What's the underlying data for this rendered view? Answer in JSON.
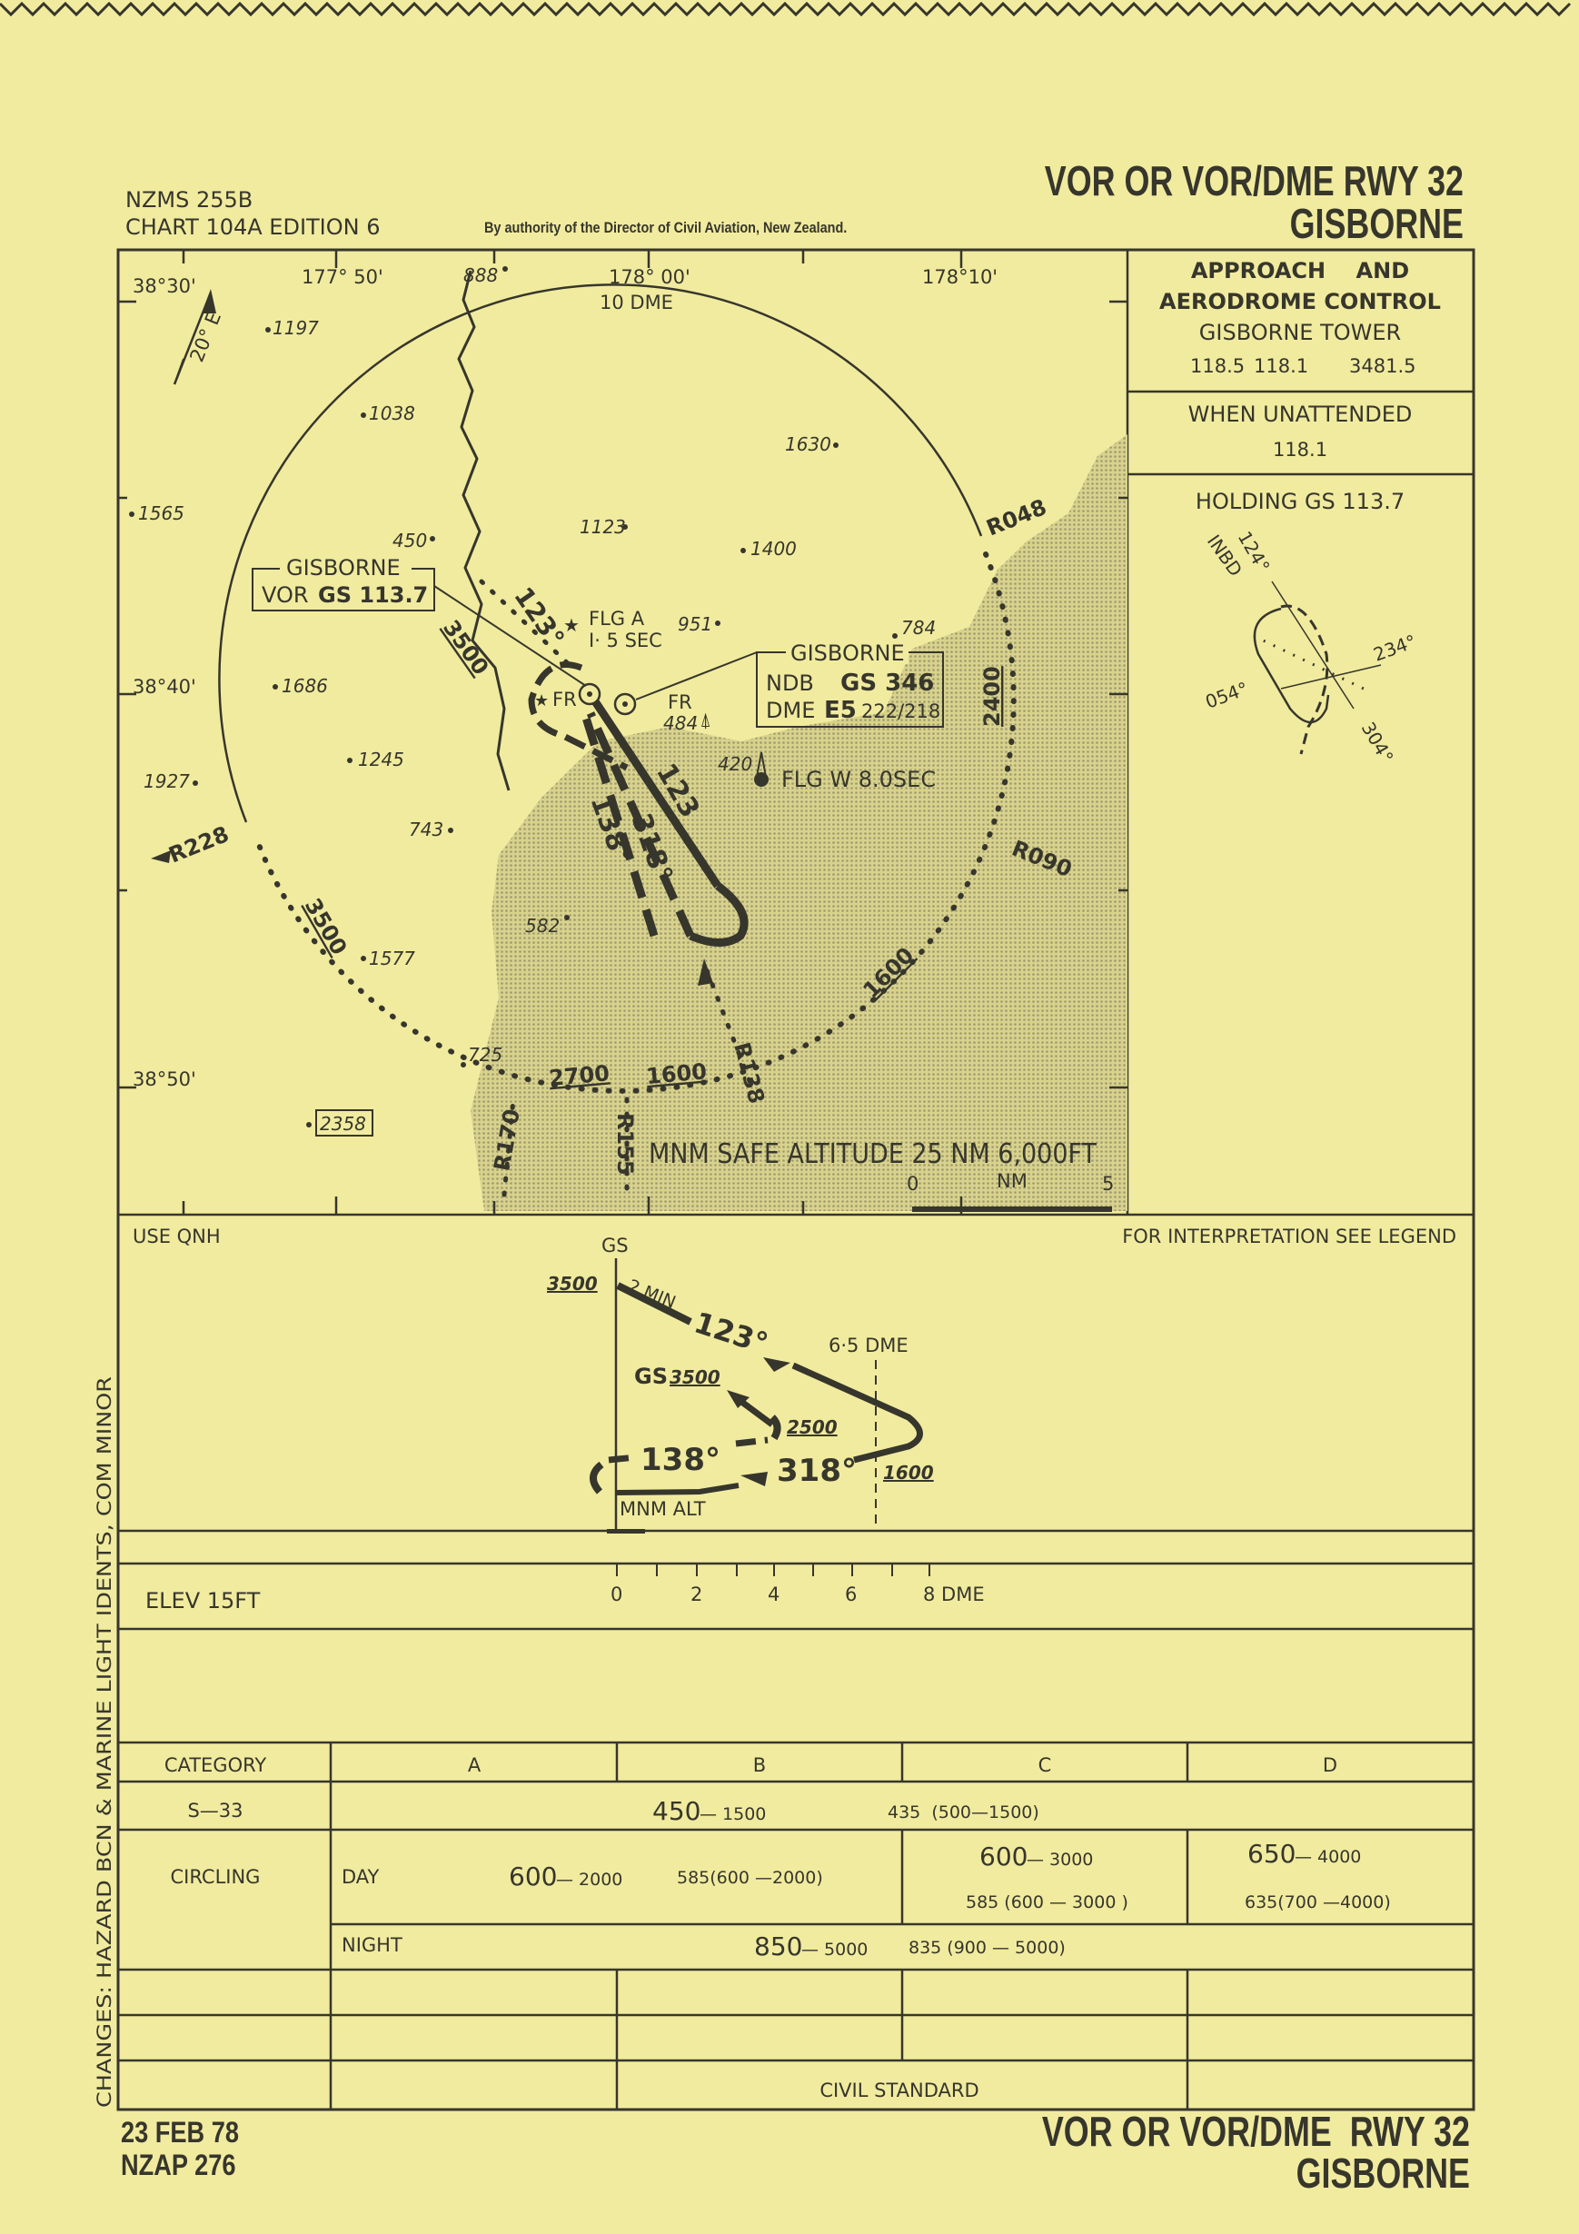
{
  "header": {
    "map_series": "NZMS 255B",
    "chart_edition": "CHART 104A EDITION 6",
    "authority": "By authority of the Director of Civil Aviation, New Zealand.",
    "title_line1": "VOR OR VOR/DME RWY 32",
    "title_line2": "GISBORNE"
  },
  "plan_view": {
    "lat_labels": [
      "38°30'",
      "38°40'",
      "38°50'"
    ],
    "lon_labels": [
      "177° 50'",
      "178° 00'",
      "178°10'"
    ],
    "variation": "20° E",
    "dme_arc_label": "10 DME",
    "vor_box": {
      "name": "GISBORNE",
      "type": "VOR",
      "ident_freq": "GS 113.7"
    },
    "ndb_box": {
      "name": "GISBORNE",
      "ndb_label": "NDB",
      "ndb_ident": "GS 346",
      "dme_label": "DME",
      "dme_ident": "E5",
      "dme_channel": "222/218"
    },
    "lights": {
      "flg_a_1": "FLG A",
      "flg_a_2": "I· 5 SEC",
      "flg_w": "FLG W 8.0SEC",
      "fr1": "FR",
      "fr2": "FR"
    },
    "obstacles": [
      "484",
      "420"
    ],
    "spot_heights": [
      "888",
      "1197",
      "1038",
      "1565",
      "450",
      "1123",
      "1400",
      "1630",
      "951",
      "784",
      "1686",
      "1245",
      "1927",
      "743",
      "582",
      "1577",
      "725",
      "2358"
    ],
    "radials": [
      "R228",
      "R048",
      "R090",
      "R138",
      "R155",
      "R170"
    ],
    "altitudes": {
      "vor_arc": "3500",
      "west_arc": "3500",
      "east_arc": "2400",
      "se_arc": "1600",
      "south_arc_1": "2700",
      "south_arc_2": "1600"
    },
    "courses": {
      "outbound_top": "123°",
      "outbound": "123",
      "inbound_138": "138°",
      "inbound_318": "318°"
    },
    "msa": "MNM SAFE ALTITUDE 25 NM 6,000FT",
    "scale": {
      "start": "0",
      "unit": "NM",
      "end": "5"
    }
  },
  "panel": {
    "control_1": "APPROACH    AND",
    "control_2": "AERODROME CONTROL",
    "tower": "GISBORNE TOWER",
    "freqs": [
      "118.5",
      "118.1",
      "3481.5"
    ],
    "unattended": "WHEN UNATTENDED",
    "unattended_freq": "118.1",
    "holding": "HOLDING GS 113.7",
    "holding_labels": {
      "inbd": "INBD",
      "c124": "124°",
      "c234": "234°",
      "c054": "054°",
      "c304": "304°"
    }
  },
  "profile": {
    "use_qnh": "USE QNH",
    "legend_note": "FOR INTERPRETATION SEE LEGEND",
    "gs": "GS",
    "alt_3500": "3500",
    "two_min": "2 MIN",
    "c123": "123°",
    "dme_fix": "6·5 DME",
    "gs_prefix": "GS",
    "gs_3500": "3500",
    "alt_2500": "2500",
    "c138": "138°",
    "c318": "318°",
    "alt_1600": "1600",
    "mnm_alt": "MNM ALT",
    "dme_ticks": [
      "0",
      "2",
      "4",
      "6",
      "8 DME"
    ],
    "elev": "ELEV 15FT"
  },
  "minima": {
    "headers": [
      "CATEGORY",
      "A",
      "B",
      "C",
      "D"
    ],
    "straight_in_label": "S—33",
    "straight_in_value": "450",
    "straight_in_vis": "— 1500",
    "straight_in_hat": "435  (500—1500)",
    "circling_label": "CIRCLING",
    "day_label": "DAY",
    "day_ab_value": "600",
    "day_ab_vis": "— 2000",
    "day_ab_hat": "585(600 —2000)",
    "day_c_value": "600",
    "day_c_vis": "— 3000",
    "day_c_hat": "585 (600 — 3000 )",
    "day_d_value": "650",
    "day_d_vis": "— 4000",
    "day_d_hat": "635(700 —4000)",
    "night_label": "NIGHT",
    "night_value": "850",
    "night_vis": "— 5000",
    "night_hat": "835 (900 — 5000)",
    "civil_standard": "CIVIL STANDARD"
  },
  "changes": "CHANGES: HAZARD BCN & MARINE LIGHT IDENTS, COM MINOR",
  "footer": {
    "date": "23 FEB 78",
    "ref": "NZAP 276",
    "title_line1": "VOR OR VOR/DME  RWY 32",
    "title_line2": "GISBORNE"
  }
}
